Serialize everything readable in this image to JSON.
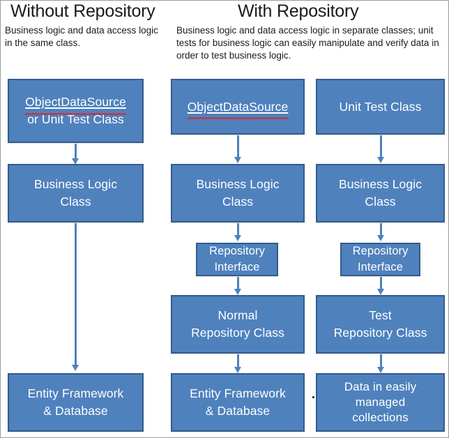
{
  "diagram": {
    "title_left": "Without Repository",
    "subtitle_left": "Business logic and data access logic in the same class.",
    "title_right": "With Repository",
    "subtitle_right": "Business logic and data access logic in separate classes; unit tests for business logic can easily manipulate and verify data in order to test business logic.",
    "accent_fill": "#4F81BD",
    "accent_border": "#335C8C",
    "text_color": "#FFFFFF",
    "spellcheck_color": "#E02020"
  },
  "columns": [
    {
      "id": "without-repository",
      "nodes": [
        {
          "id": "objectdatasource-or-unit-test-class",
          "line1": "ObjectDataSource",
          "line2": "or Unit Test Class",
          "spellchecked": true
        },
        {
          "id": "business-logic-class",
          "line1": "Business Logic",
          "line2": "Class",
          "spellchecked": false
        },
        {
          "id": "entity-framework-and-database",
          "line1": "Entity Framework",
          "line2": "& Database",
          "spellchecked": false
        }
      ]
    },
    {
      "id": "with-repository-normal",
      "nodes": [
        {
          "id": "objectdatasource",
          "line1": "ObjectDataSource",
          "line2": "",
          "spellchecked": true
        },
        {
          "id": "business-logic-class",
          "line1": "Business Logic",
          "line2": "Class",
          "spellchecked": false
        },
        {
          "id": "repository-interface",
          "line1": "Repository",
          "line2": "Interface",
          "spellchecked": false
        },
        {
          "id": "normal-repository-class",
          "line1": "Normal",
          "line2": "Repository Class",
          "spellchecked": false
        },
        {
          "id": "entity-framework-and-database",
          "line1": "Entity Framework",
          "line2": "& Database",
          "spellchecked": false
        }
      ]
    },
    {
      "id": "with-repository-test",
      "nodes": [
        {
          "id": "unit-test-class",
          "line1": "Unit Test Class",
          "line2": "",
          "spellchecked": false
        },
        {
          "id": "business-logic-class",
          "line1": "Business Logic",
          "line2": "Class",
          "spellchecked": false
        },
        {
          "id": "repository-interface",
          "line1": "Repository",
          "line2": "Interface",
          "spellchecked": false
        },
        {
          "id": "test-repository-class",
          "line1": "Test",
          "line2": "Repository Class",
          "spellchecked": false
        },
        {
          "id": "data-in-easily-managed-collections",
          "line1": "Data in easily",
          "line2": "managed",
          "line3": "collections",
          "spellchecked": false
        }
      ]
    }
  ]
}
